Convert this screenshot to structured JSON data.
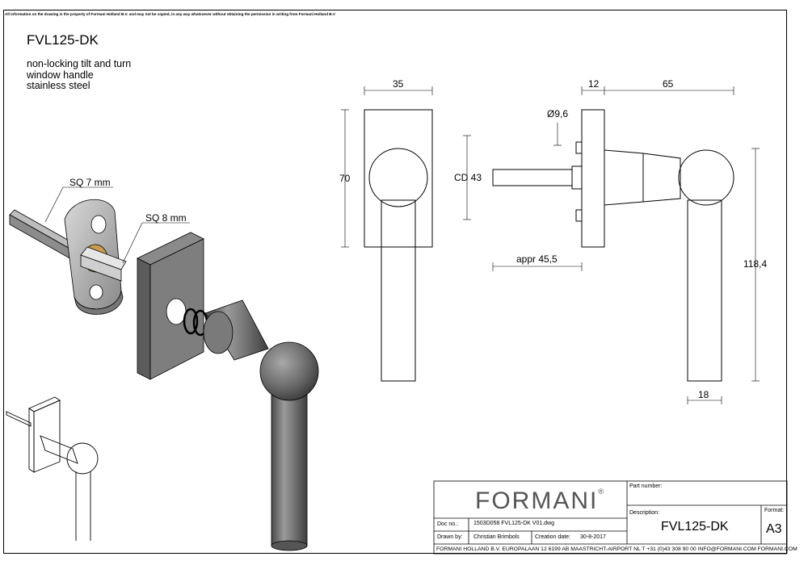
{
  "disclaimer": "All information on the drawing is the property of Formani Holland B.V. and may not be copied, in any way whatsoever without obtaining the permission in writing from Formani Holland B.V",
  "product": {
    "code": "FVL125-DK",
    "description_lines": [
      "non-locking tilt and turn",
      "window handle",
      "stainless steel"
    ]
  },
  "callouts": {
    "sq7": "SQ 7 mm",
    "sq8": "SQ 8 mm"
  },
  "dimensions": {
    "front_width": "35",
    "front_height": "70",
    "side_rose": "12",
    "side_projection": "65",
    "spindle_hole": "Ø9,6",
    "center_distance": "CD 43",
    "spindle_length": "appr 45,5",
    "total_height": "118,4",
    "lever_width": "18"
  },
  "title_block": {
    "logo": "FORMANI",
    "logo_mark": "®",
    "part_number_label": "Part number:",
    "description_label": "Description:",
    "description_value": "FVL125-DK",
    "format_label": "Format:",
    "format_value": "A3",
    "doc_no_label": "Doc no.:",
    "doc_no_value": "1503D058 FVL125-DK V01.dwg",
    "drawn_by_label": "Drawn by:",
    "drawn_by_value": "Christian Brimbols",
    "creation_date_label": "Creation date:",
    "creation_date_value": "30-8-2017",
    "footer": "FORMANI HOLLAND B.V.  EUROPALAAN 12  6199 AB MAASTRICHT-AIRPORT NL  T +31 (0)43 308 90 00 INFO@FORMANI.COM FORMANI.COM"
  }
}
